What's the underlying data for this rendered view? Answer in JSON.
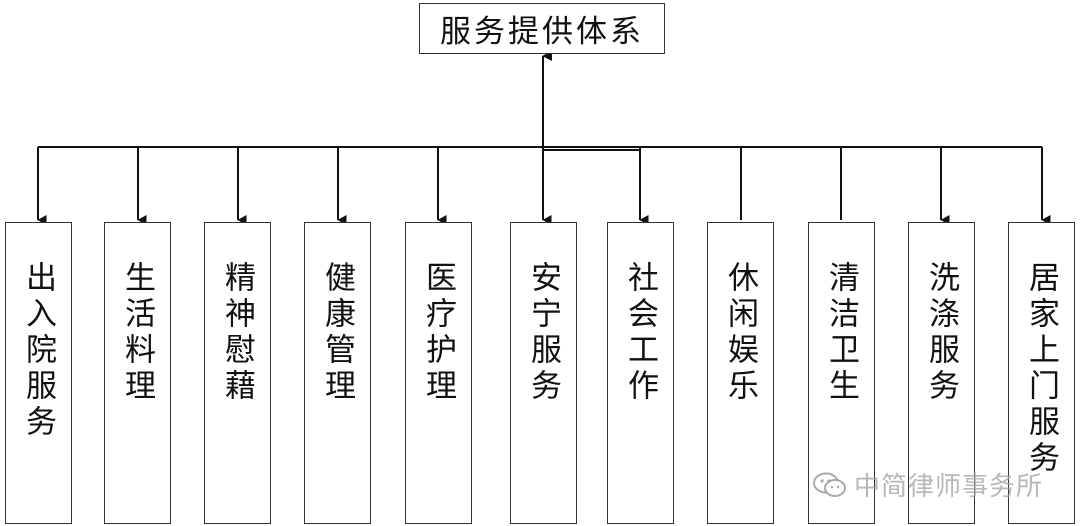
{
  "root": {
    "label": "服务提供体系"
  },
  "children": [
    {
      "label": "出入院服务"
    },
    {
      "label": "生活料理"
    },
    {
      "label": "精神慰藉"
    },
    {
      "label": "健康管理"
    },
    {
      "label": "医疗护理"
    },
    {
      "label": "安宁服务"
    },
    {
      "label": "社会工作"
    },
    {
      "label": "休闲娱乐"
    },
    {
      "label": "清洁卫生"
    },
    {
      "label": "洗涤服务"
    },
    {
      "label": "居家上门服务"
    }
  ],
  "watermark": {
    "text": "中简律师事务所",
    "icon": "wechat-icon"
  }
}
